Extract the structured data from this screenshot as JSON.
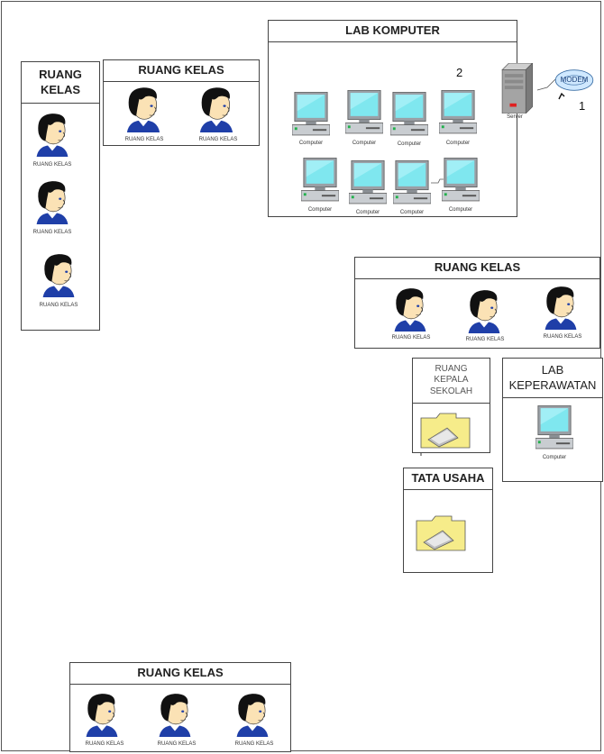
{
  "rooms": {
    "lab_komputer": {
      "title": "LAB KOMPUTER"
    },
    "ruang_kelas_left": {
      "title": "RUANG KELAS"
    },
    "ruang_kelas_top": {
      "title": "RUANG KELAS"
    },
    "ruang_kelas_right": {
      "title": "RUANG KELAS"
    },
    "ruang_kepala_sekolah": {
      "title": "RUANG KEPALA SEKOLAH"
    },
    "lab_keperawatan": {
      "title": "LAB KEPERAWATAN"
    },
    "tata_usaha": {
      "title": "TATA USAHA"
    },
    "ruang_kelas_bottom": {
      "title": "RUANG KELAS"
    }
  },
  "labels": {
    "student": "RUANG KELAS",
    "computer": "Computer",
    "server": "Server",
    "modem": "MODEM"
  },
  "markers": {
    "lab_number": "2",
    "modem_number": "1"
  },
  "colors": {
    "screen": "#7fe7ef",
    "monitor_frame": "#9aa0a6",
    "face": "#fbe2b5",
    "hair": "#111111",
    "shirt": "#1f3fa8",
    "folder": "#f6ec8a",
    "server": "#9c9c9c",
    "modem": "#cfe8ff"
  }
}
